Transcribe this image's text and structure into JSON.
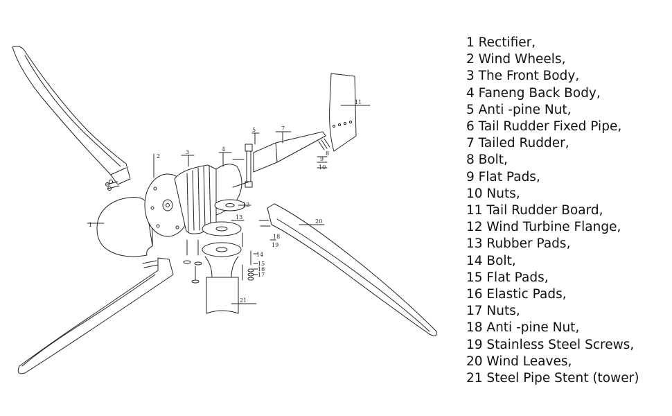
{
  "diagram": {
    "callouts": [
      "1",
      "2",
      "3",
      "4",
      "5",
      "7",
      "8",
      "9",
      "10",
      "11",
      "12",
      "13",
      "14",
      "15",
      "16",
      "17",
      "18",
      "19",
      "20",
      "21"
    ]
  },
  "legend": {
    "items": [
      "1 Rectifier,",
      "2 Wind Wheels,",
      "3 The Front Body,",
      "4 Faneng Back Body,",
      "5 Anti -pine Nut,",
      "6 Tail Rudder Fixed Pipe,",
      "7 Tailed Rudder,",
      "8 Bolt,",
      "9 Flat Pads,",
      "10 Nuts,",
      "11 Tail Rudder Board,",
      "12 Wind Turbine Flange,",
      "13 Rubber Pads,",
      "14 Bolt,",
      "15 Flat Pads,",
      "16 Elastic Pads,",
      "17 Nuts,",
      "18 Anti -pine Nut,",
      "19 Stainless Steel Screws,",
      "20 Wind Leaves,",
      "21 Steel Pipe Stent (tower)"
    ]
  }
}
